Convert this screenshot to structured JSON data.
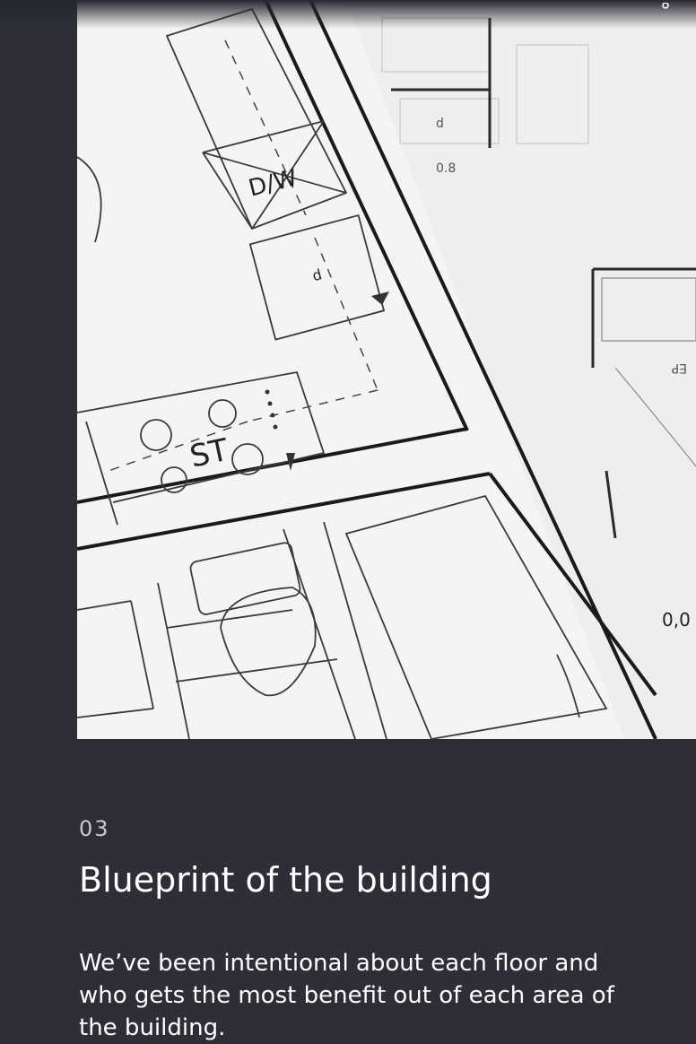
{
  "section": {
    "number": "03",
    "title": "Blueprint of the building",
    "description": "We’ve been intentional about each floor and who gets the most benefit out of each area of the building."
  },
  "image": {
    "subject": "floor-plan-blueprint",
    "labels": {
      "dishwasher": "D/W",
      "stove": "ST",
      "small_d_1": "d",
      "small_d_2": "d",
      "dim_1": "0.8",
      "dim_2": "0,0",
      "flipped_label": "EP"
    }
  },
  "colors": {
    "background": "#2d2e36",
    "paper": "#f2f2f0",
    "ink": "#1b1b1b"
  },
  "icons": {
    "top_right": "user-icon"
  }
}
